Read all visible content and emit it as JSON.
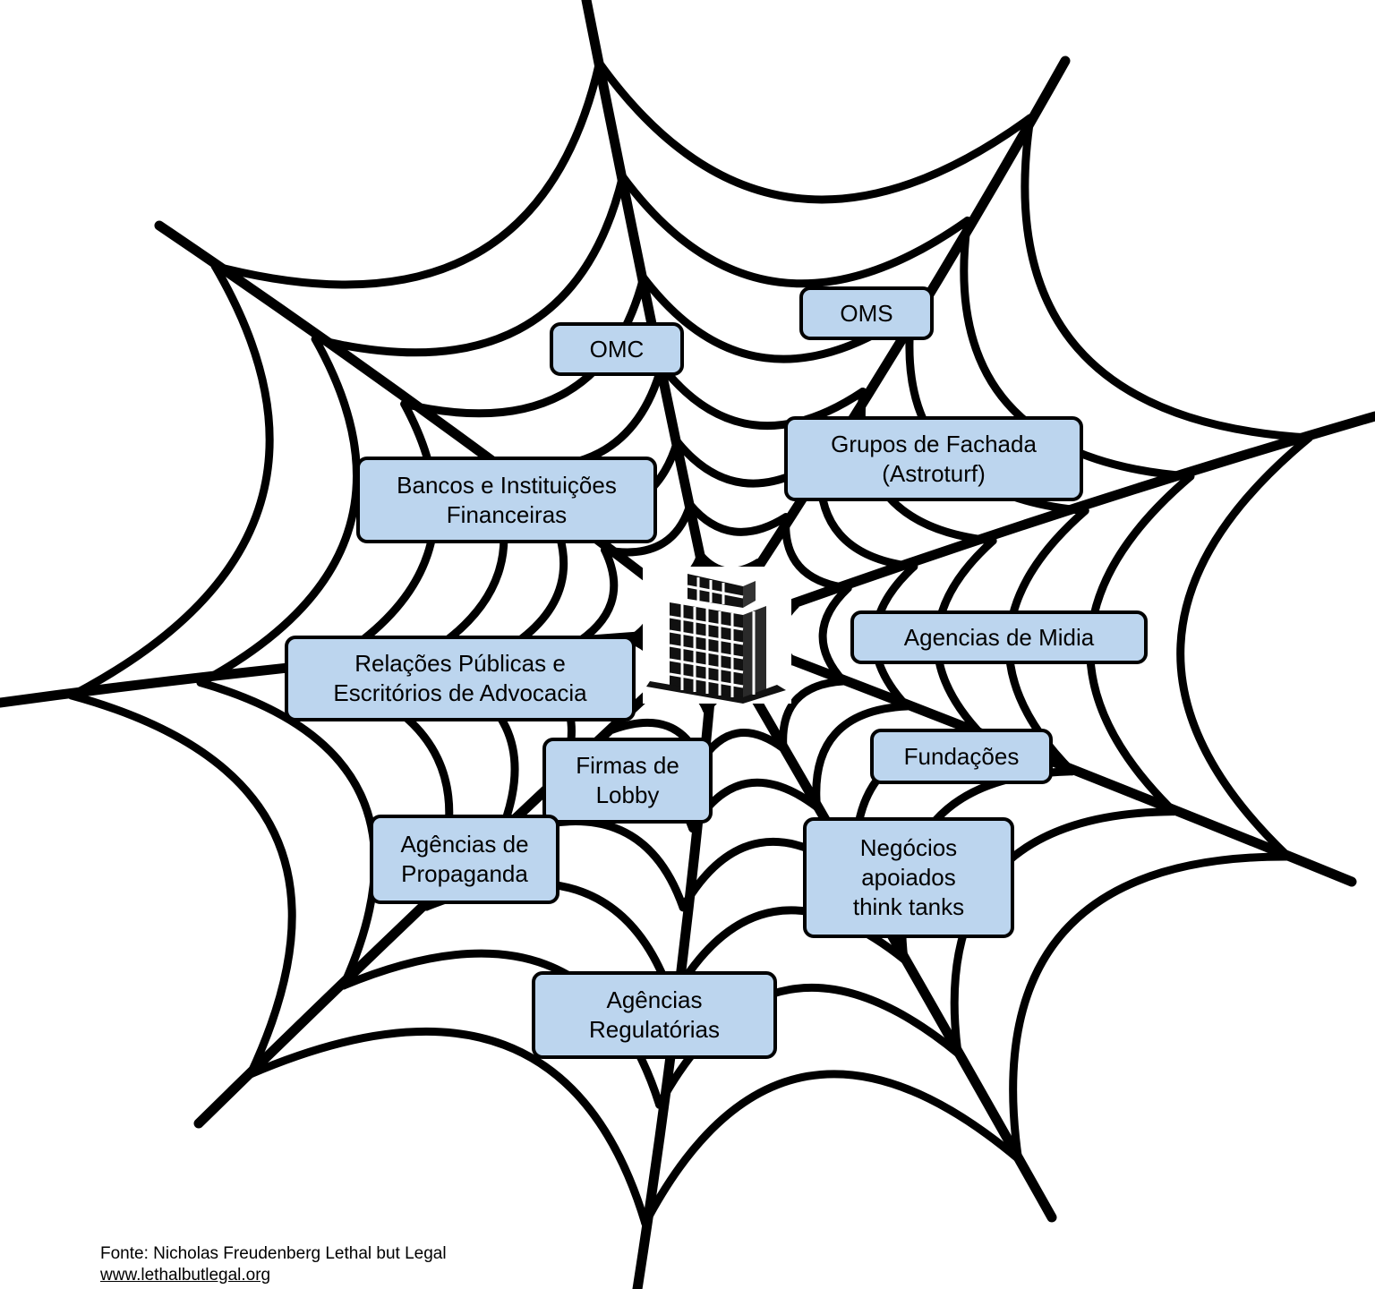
{
  "diagram": {
    "nodes": [
      {
        "id": "omc",
        "label": "OMC"
      },
      {
        "id": "oms",
        "label": "OMS"
      },
      {
        "id": "grupos",
        "label": "Grupos de Fachada\n(Astroturf)"
      },
      {
        "id": "bancos",
        "label": "Bancos e Instituições\nFinanceiras"
      },
      {
        "id": "midia",
        "label": "Agencias de Midia"
      },
      {
        "id": "rp",
        "label": "Relações Públicas e\nEscritórios de Advocacia"
      },
      {
        "id": "fundacoes",
        "label": "Fundações"
      },
      {
        "id": "lobby",
        "label": "Firmas de\nLobby"
      },
      {
        "id": "propaganda",
        "label": "Agências de\nPropaganda"
      },
      {
        "id": "negocios",
        "label": "Negócios\napoiados\nthink tanks"
      },
      {
        "id": "regulatorias",
        "label": "Agências\nRegulatórias"
      }
    ],
    "center_icon": "office-building-icon",
    "colors": {
      "node_fill": "#bcd5ee",
      "node_border": "#000000",
      "web": "#000000"
    }
  },
  "source": {
    "text": "Fonte: Nicholas Freudenberg Lethal but Legal",
    "link": "www.lethalbutlegal.org"
  }
}
